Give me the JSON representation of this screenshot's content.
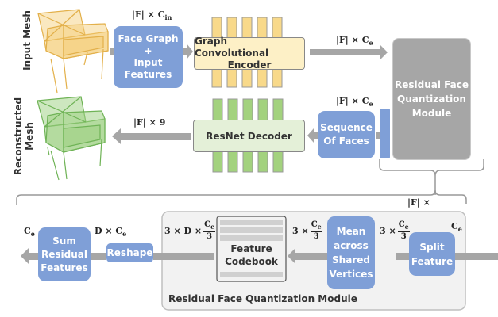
{
  "top_row": {
    "input_mesh_label": "Input Mesh",
    "dim_in": "|F| × C",
    "dim_in_sub": "in",
    "face_graph_lines": [
      "Face Graph",
      "+",
      "Input",
      "Features"
    ],
    "encoder_label_1": "Graph Convolutional",
    "encoder_label_2": "Encoder",
    "dim_enc": "|F| × C",
    "dim_enc_sub": "e",
    "rfq_lines": [
      "Residual Face",
      "Quantization",
      "Module"
    ]
  },
  "middle_row": {
    "reconstructed_label_1": "Reconstructed",
    "reconstructed_label_2": "Mesh",
    "dim_out": "|F| × 9",
    "decoder_label": "ResNet Decoder",
    "dim_seq": "|F| × C",
    "dim_seq_sub": "e",
    "sequence_lines": [
      "Sequence",
      "Of Faces"
    ]
  },
  "bottom_module": {
    "title": "Residual Face Quantization Module",
    "brace_label": "|F| ×",
    "ce_right": "C",
    "ce_right_sub": "e",
    "split_lines": [
      "Split",
      "Feature"
    ],
    "dim_split_prefix": "3 ×",
    "frac_num": "C",
    "frac_num_sub": "e",
    "frac_den": "3",
    "mean_lines": [
      "Mean",
      "across",
      "Shared",
      "Vertices"
    ],
    "dim_mean_prefix": "3 ×",
    "codebook_lines": [
      "Feature",
      "Codebook"
    ],
    "dim_codebook_prefix": "3 × D ×",
    "dim_reshape": "D × C",
    "dim_reshape_sub": "e",
    "reshape_label": "Reshape",
    "sum_lines": [
      "Sum",
      "Residual",
      "Features"
    ],
    "ce_left": "C",
    "ce_left_sub": "e"
  },
  "colors": {
    "blue_box": "#7f9fd7",
    "encoder_fill": "#fdf0c6",
    "encoder_bars": "#f8d98a",
    "decoder_fill": "#e4f0d8",
    "decoder_bars": "#a3d27e",
    "rfq_box": "#a6a6a6",
    "arrow": "#a6a6a6",
    "input_mesh": "#f0c060",
    "recon_mesh": "#8cc870"
  }
}
